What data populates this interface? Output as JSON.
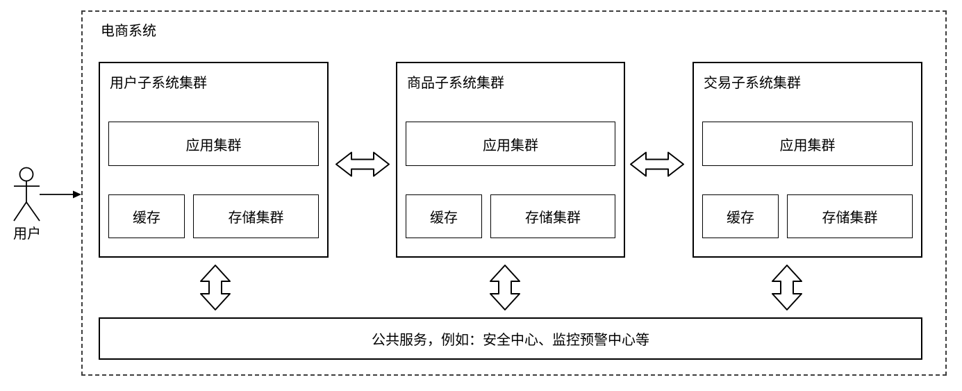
{
  "system": {
    "title": "电商系统"
  },
  "actor": {
    "label": "用户",
    "icon": "stick-figure-actor"
  },
  "clusters": [
    {
      "title": "用户子系统集群",
      "app_label": "应用集群",
      "cache_label": "缓存",
      "storage_label": "存储集群"
    },
    {
      "title": "商品子系统集群",
      "app_label": "应用集群",
      "cache_label": "缓存",
      "storage_label": "存储集群"
    },
    {
      "title": "交易子系统集群",
      "app_label": "应用集群",
      "cache_label": "缓存",
      "storage_label": "存储集群"
    }
  ],
  "common_services": {
    "label": "公共服务，例如：安全中心、监控预警中心等"
  },
  "icons": {
    "horizontal_connector": "double-headed-arrow-horizontal",
    "vertical_connector": "double-headed-arrow-vertical",
    "user_request": "right-arrow"
  },
  "colors": {
    "stroke": "#000000",
    "dashed_boundary": "#3d3d3d",
    "background": "#ffffff"
  }
}
